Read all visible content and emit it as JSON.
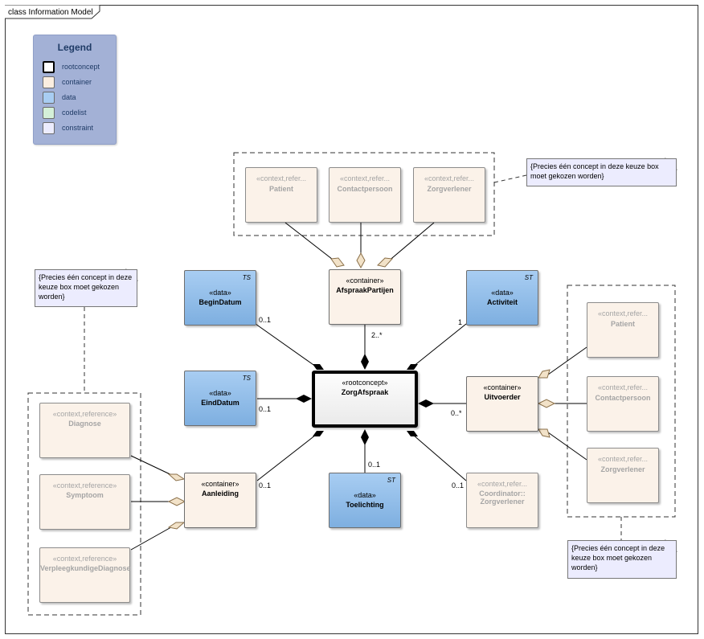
{
  "frame": {
    "title": "class Information Model"
  },
  "legend": {
    "title": "Legend",
    "items": [
      {
        "label": "rootconcept",
        "color": "#ffffff"
      },
      {
        "label": "container",
        "color": "#fbeee0"
      },
      {
        "label": "data",
        "color": "#a8cdf2"
      },
      {
        "label": "codelist",
        "color": "#d4f0d8"
      },
      {
        "label": "constraint",
        "color": "#ececfe"
      }
    ]
  },
  "elements": {
    "root": {
      "stereotype": "«rootconcept»",
      "name": "ZorgAfspraak"
    },
    "afspraak_partijen": {
      "stereotype": "«container»",
      "name": "AfspraakPartijen"
    },
    "uitvoerder": {
      "stereotype": "«container»",
      "name": "Uitvoerder"
    },
    "aanleiding": {
      "stereotype": "«container»",
      "name": "Aanleiding"
    },
    "begin_datum": {
      "stereotype": "«data»",
      "name": "BeginDatum",
      "type": "TS"
    },
    "eind_datum": {
      "stereotype": "«data»",
      "name": "EindDatum",
      "type": "TS"
    },
    "activiteit": {
      "stereotype": "«data»",
      "name": "Activiteit",
      "type": "ST"
    },
    "toelichting": {
      "stereotype": "«data»",
      "name": "Toelichting",
      "type": "ST"
    },
    "ap_patient": {
      "stereotype": "«context,refer...",
      "name": "Patient"
    },
    "ap_contactpersoon": {
      "stereotype": "«context,refer...",
      "name": "Contactpersoon"
    },
    "ap_zorgverlener": {
      "stereotype": "«context,refer...",
      "name": "Zorgverlener"
    },
    "uv_patient": {
      "stereotype": "«context,refer...",
      "name": "Patient"
    },
    "uv_contactpersoon": {
      "stereotype": "«context,refer...",
      "name": "Contactpersoon"
    },
    "uv_zorgverlener": {
      "stereotype": "«context,refer...",
      "name": "Zorgverlener"
    },
    "coordinator": {
      "stereotype": "«context,refer...",
      "name": "Coordinator::",
      "name2": "Zorgverlener"
    },
    "diagnose": {
      "stereotype": "«context,reference»",
      "name": "Diagnose"
    },
    "symptoom": {
      "stereotype": "«context,reference»",
      "name": "Symptoom"
    },
    "verpleeg": {
      "stereotype": "«context,reference»",
      "name": "VerpleegkundigeDiagnose"
    }
  },
  "multiplicities": {
    "begin_datum": "0..1",
    "afspraak_partijen": "2..*",
    "activiteit": "1",
    "eind_datum": "0..1",
    "uitvoerder": "0..*",
    "aanleiding": "0..1",
    "toelichting": "0..1",
    "coordinator": "0..1"
  },
  "notes": {
    "top": "{Precies één concept in deze keuze box moet gekozen worden}",
    "left": "{Precies één concept in deze keuze box moet gekozen worden}",
    "right": "{Precies één concept in deze keuze box moet gekozen worden}"
  }
}
